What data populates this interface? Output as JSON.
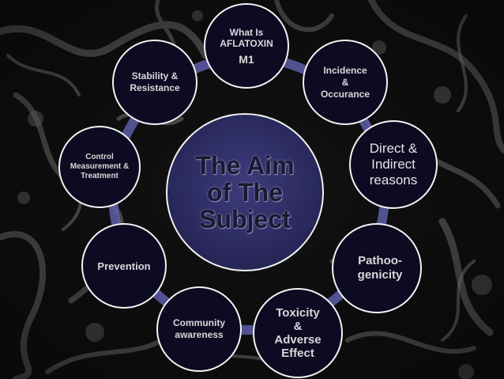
{
  "diagram": {
    "center": {
      "lines": [
        "The Aim",
        "of The",
        "Subject"
      ]
    },
    "nodes": [
      {
        "id": "what-is-aflatoxin",
        "lines": [
          "What Is",
          "AFLATOXIN",
          "M1"
        ]
      },
      {
        "id": "incidence",
        "lines": [
          "Incidence",
          "&",
          "Occurance"
        ]
      },
      {
        "id": "direct-indirect",
        "lines": [
          "Direct &",
          "Indirect",
          "reasons"
        ]
      },
      {
        "id": "pathoogenicity",
        "lines": [
          "Pathoo-",
          "genicity"
        ]
      },
      {
        "id": "toxicity",
        "lines": [
          "Toxicity",
          "&",
          "Adverse",
          "Effect"
        ]
      },
      {
        "id": "community",
        "lines": [
          "Community",
          "awareness"
        ]
      },
      {
        "id": "prevention",
        "lines": [
          "Prevention"
        ]
      },
      {
        "id": "control",
        "lines": [
          "Control",
          "Measurement &",
          "Treatment"
        ]
      },
      {
        "id": "stability",
        "lines": [
          "Stability &",
          "Resistance"
        ]
      }
    ]
  }
}
